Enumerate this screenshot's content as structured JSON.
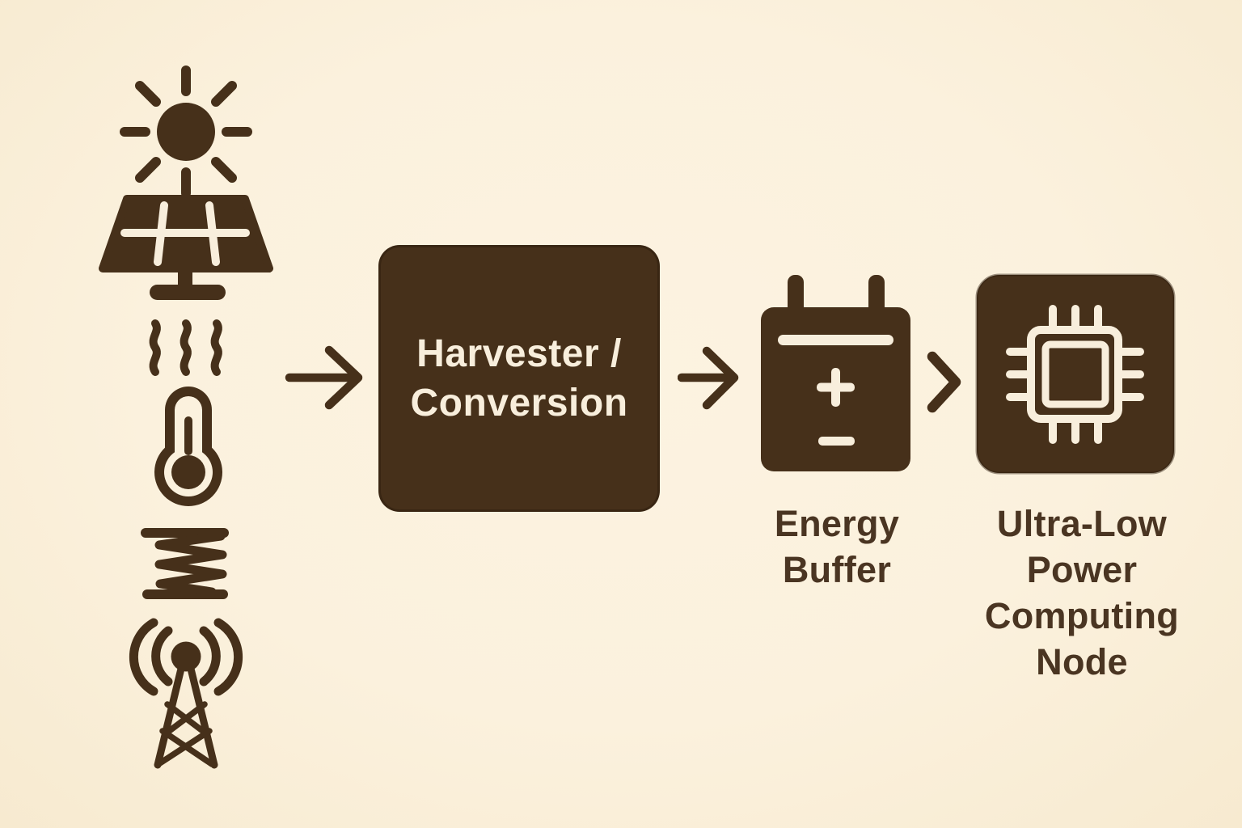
{
  "colors": {
    "background": "#fbf1dd",
    "ink": "#46301a",
    "label": "#4a3522",
    "cream": "#f8eedc"
  },
  "icons": [
    "sun-icon",
    "solar-panel-icon",
    "heat-waves-icon",
    "thermometer-icon",
    "spring-icon",
    "radio-antenna-icon",
    "arrow-right-icon",
    "battery-icon",
    "chevron-right-icon",
    "cpu-chip-icon"
  ],
  "harvester_box": {
    "line1": "Harvester /",
    "line2": "Conversion"
  },
  "energy_buffer": {
    "line1": "Energy",
    "line2": "Buffer"
  },
  "computing_node": {
    "line1": "Ultra-Low",
    "line2": "Power",
    "line3": "Computing",
    "line4": "Node"
  }
}
